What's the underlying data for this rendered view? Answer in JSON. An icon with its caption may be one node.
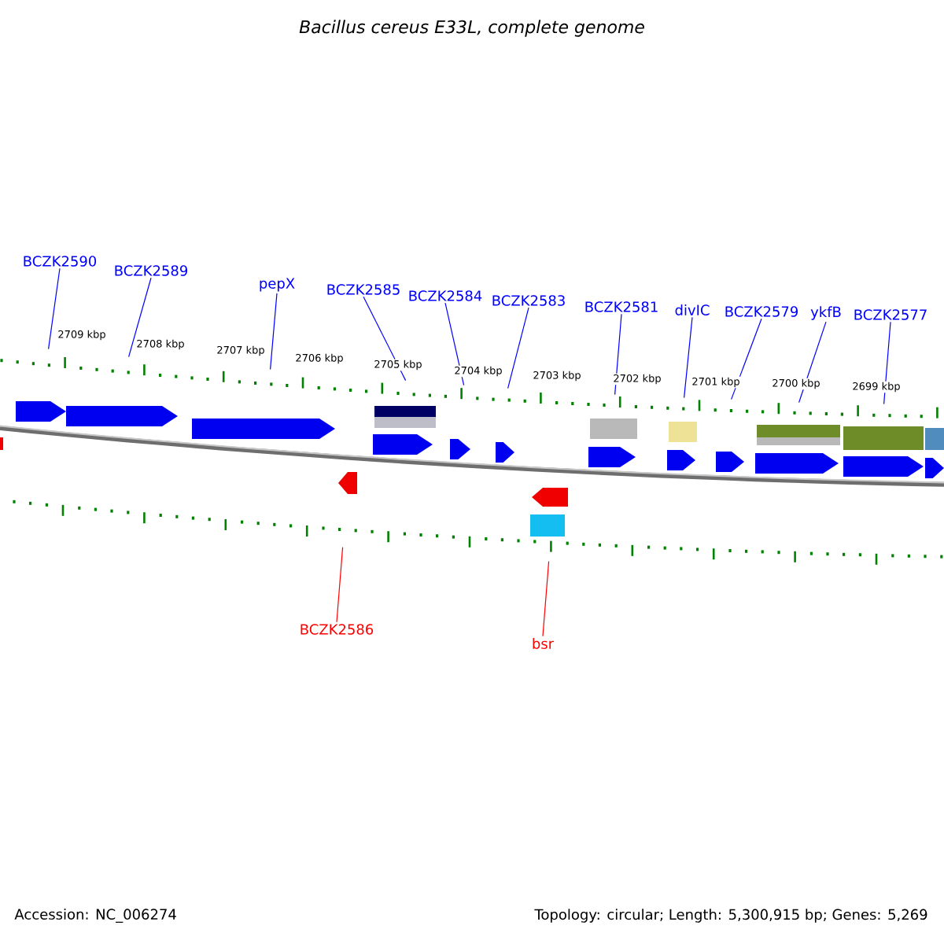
{
  "diagram": {
    "title": "Bacillus cereus E33L, complete genome",
    "nodes": [
      {
        "text": [
          "BCZK2590"
        ]
      },
      {
        "text": [
          "BCZK2589"
        ]
      },
      {
        "text": [
          "pepX"
        ]
      },
      {
        "text": [
          "BCZK2585"
        ]
      },
      {
        "text": [
          "BCZK2584"
        ]
      },
      {
        "text": [
          "BCZK2583"
        ]
      },
      {
        "text": [
          "BCZK2581"
        ]
      },
      {
        "text": [
          "divIC"
        ]
      },
      {
        "text": [
          "BCZK2579"
        ]
      },
      {
        "text": [
          "ykfB"
        ]
      },
      {
        "text": [
          "BCZK2577"
        ]
      },
      {
        "text": [
          "BCZK2586"
        ]
      },
      {
        "text": [
          "bsr"
        ]
      },
      {
        "text": [],
        "shape": "ruler"
      },
      {
        "text": [],
        "shape": "ruler"
      }
    ],
    "edges": [
      {
        "from": 0,
        "to": 13,
        "arrow": "none"
      },
      {
        "from": 1,
        "to": 13,
        "arrow": "none"
      },
      {
        "from": 2,
        "to": 13,
        "arrow": "none"
      },
      {
        "from": 3,
        "to": 13,
        "arrow": "none"
      },
      {
        "from": 4,
        "to": 13,
        "arrow": "none"
      },
      {
        "from": 5,
        "to": 13,
        "arrow": "none"
      },
      {
        "from": 6,
        "to": 13,
        "arrow": "none"
      },
      {
        "from": 7,
        "to": 13,
        "arrow": "none"
      },
      {
        "from": 8,
        "to": 13,
        "arrow": "none"
      },
      {
        "from": 9,
        "to": 13,
        "arrow": "none"
      },
      {
        "from": 10,
        "to": 13,
        "arrow": "none"
      },
      {
        "from": 11,
        "to": 14,
        "arrow": "none",
        "color": "#ff0000"
      },
      {
        "from": 12,
        "to": 14,
        "arrow": "none",
        "color": "#ff0000"
      }
    ],
    "labels": [
      "2709 kbp",
      "2708 kbp",
      "2707 kbp",
      "2706 kbp",
      "2705 kbp",
      "2704 kbp",
      "2703 kbp",
      "2702 kbp",
      "2701 kbp",
      "2700 kbp",
      "2699 kbp",
      "Accession: NC_006274",
      "Topology: circular; Length: 5,300,915 bp; Genes: 5,269"
    ]
  }
}
